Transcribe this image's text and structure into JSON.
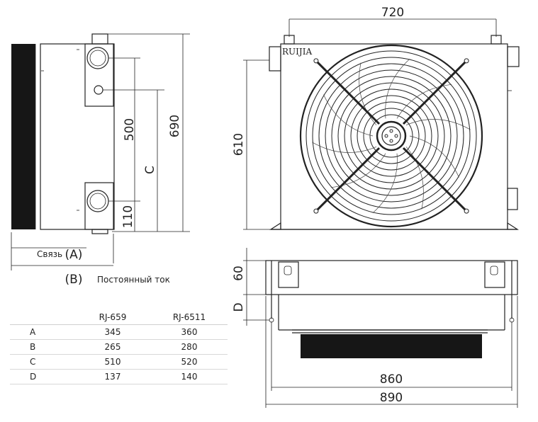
{
  "side_view": {
    "dim_500": "500",
    "dim_690": "690",
    "dim_c": "C",
    "dim_110": "110",
    "dim_a": "(A)",
    "dim_b": "(B)",
    "label_a": "Связь",
    "label_b": "Постоянный ток"
  },
  "front_view": {
    "dim_width": "720",
    "dim_height": "610",
    "brand": "RUIJIA"
  },
  "top_view": {
    "dim_60": "60",
    "dim_d": "D",
    "dim_860": "860",
    "dim_890": "890"
  },
  "spec_table": {
    "headers": [
      "",
      "RJ-659",
      "RJ-6511"
    ],
    "rows": [
      [
        "A",
        "345",
        "360"
      ],
      [
        "B",
        "265",
        "280"
      ],
      [
        "C",
        "510",
        "520"
      ],
      [
        "D",
        "137",
        "140"
      ]
    ]
  }
}
